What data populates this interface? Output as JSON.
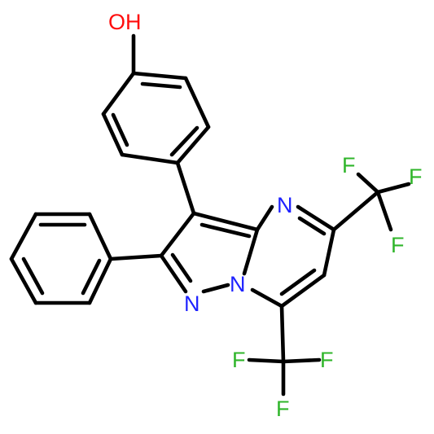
{
  "colors": {
    "bond": "#000000",
    "nitrogen": "#1e22ff",
    "oxygen": "#ff0d0d",
    "fluorine": "#2fb52a",
    "background": "#ffffff"
  },
  "atoms": {
    "oh": "OH",
    "n_pyrimidine": "N",
    "n_pyrazole": "N",
    "n_bridge": "N",
    "f1": "F",
    "f2": "F",
    "f3": "F",
    "f4": "F",
    "f5": "F",
    "f6": "F"
  }
}
